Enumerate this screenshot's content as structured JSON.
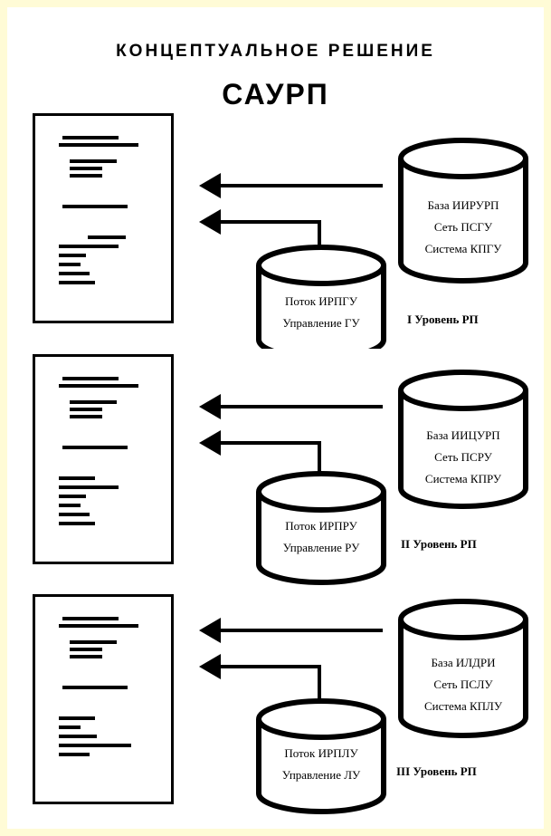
{
  "title": {
    "line1": "КОНЦЕПТУАЛЬНОЕ РЕШЕНИЕ",
    "line2": "САУРП"
  },
  "levels": [
    {
      "db_lines": [
        "База ИИРУРП",
        "Сеть ПСГУ",
        "Система КПГУ"
      ],
      "flow_lines": [
        "Поток ИРПГУ",
        "Управление ГУ"
      ],
      "label": "I  Уровень РП"
    },
    {
      "db_lines": [
        "База ИИЦУРП",
        "Сеть ПСРУ",
        "Система КПРУ"
      ],
      "flow_lines": [
        "Поток ИРПРУ",
        "Управление РУ"
      ],
      "label": "II  Уровень РП"
    },
    {
      "db_lines": [
        "База ИЛДРИ",
        "Сеть ПСЛУ",
        "Система КПЛУ"
      ],
      "flow_lines": [
        "Поток ИРПЛУ",
        "Управление ЛУ"
      ],
      "label": "III  Уровень РП"
    }
  ]
}
